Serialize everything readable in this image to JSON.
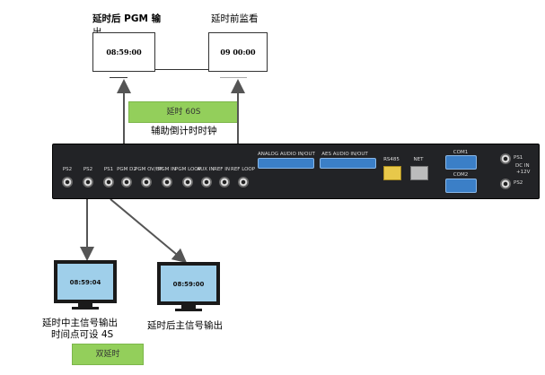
{
  "top_left_box": {
    "caption_line1": "延时后 PGM 输",
    "caption_line2": "出",
    "timecode": "08:59:00"
  },
  "top_right_box": {
    "caption": "延时前监看",
    "timecode": "09 00:00"
  },
  "delay_bar": {
    "label": "延时 60S"
  },
  "aux_clock_label": "辅助倒计时时钟",
  "panel": {
    "bnc_labels": [
      "PS2",
      "PS2",
      "PS1",
      "PGM D2",
      "PGM OV/BP",
      "PGM IN",
      "PGM LOOP",
      "AUX IN",
      "REF IN",
      "REF LOOP"
    ],
    "analog_audio": "ANALOG AUDIO IN/OUT",
    "aes_audio": "AES AUDIO IN/OUT",
    "rs485": "RS485",
    "net": "NET",
    "com1": "COM1",
    "com2": "COM2",
    "ps1": "PS1",
    "ps2": "PS2",
    "dc_in_line1": "DC IN",
    "dc_in_line2": "+12V"
  },
  "monitor_left": {
    "timecode": "08:59:04",
    "caption_line1": "延时中主信号输出",
    "caption_line2": "时间点可设 4S"
  },
  "monitor_right": {
    "timecode": "08:59:00",
    "caption": "延时后主信号输出"
  },
  "dual_delay_bar": {
    "label": "双延时"
  }
}
